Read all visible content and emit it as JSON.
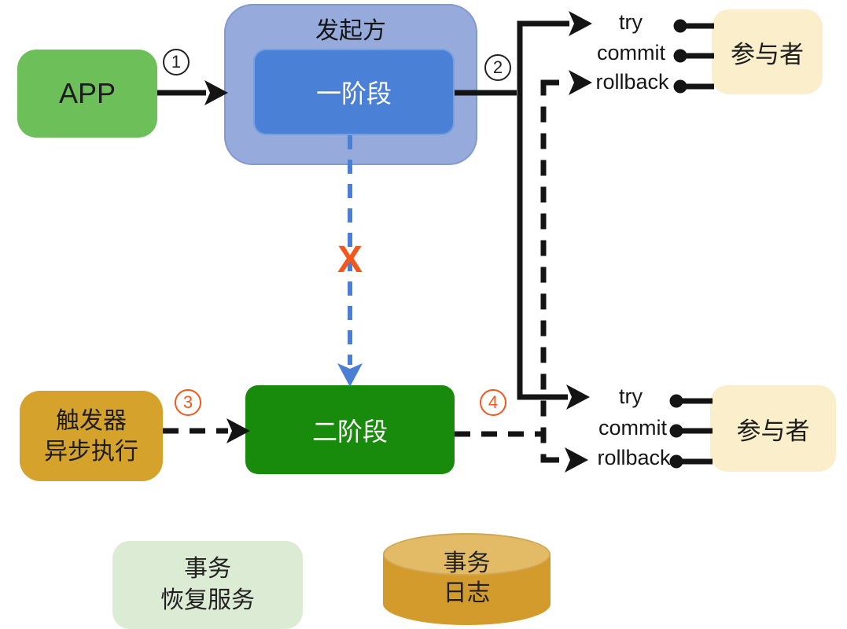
{
  "diagram": {
    "app": {
      "label": "APP"
    },
    "initiator": {
      "label": "发起方",
      "phase1_label": "一阶段"
    },
    "phase2": {
      "label": "二阶段"
    },
    "trigger": {
      "line1": "触发器",
      "line2": "异步执行"
    },
    "steps": {
      "s1": "1",
      "s2": "2",
      "s3": "3",
      "s4": "4"
    },
    "failure_mark": "X",
    "participant_top": {
      "label": "参与者",
      "ops": [
        "try",
        "commit",
        "rollback"
      ]
    },
    "participant_bottom": {
      "label": "参与者",
      "ops": [
        "try",
        "commit",
        "rollback"
      ]
    },
    "recovery": {
      "line1": "事务",
      "line2": "恢复服务"
    },
    "log": {
      "line1": "事务",
      "line2": "日志"
    }
  },
  "colors": {
    "app_green": "#6dbf5a",
    "initiator_blue": "#96abdc",
    "phase_blue": "#4a80d5",
    "phase2_green": "#188a0c",
    "trigger_gold": "#d5a22c",
    "recovery_green": "#dcebd3",
    "log_gold": "#d29b2b",
    "log_gold_top": "#e3ba66",
    "participant_cream": "#faeecb",
    "line_black": "#141414",
    "blue_arrow": "#4a7fd4",
    "accent_orange": "#f2581c"
  }
}
